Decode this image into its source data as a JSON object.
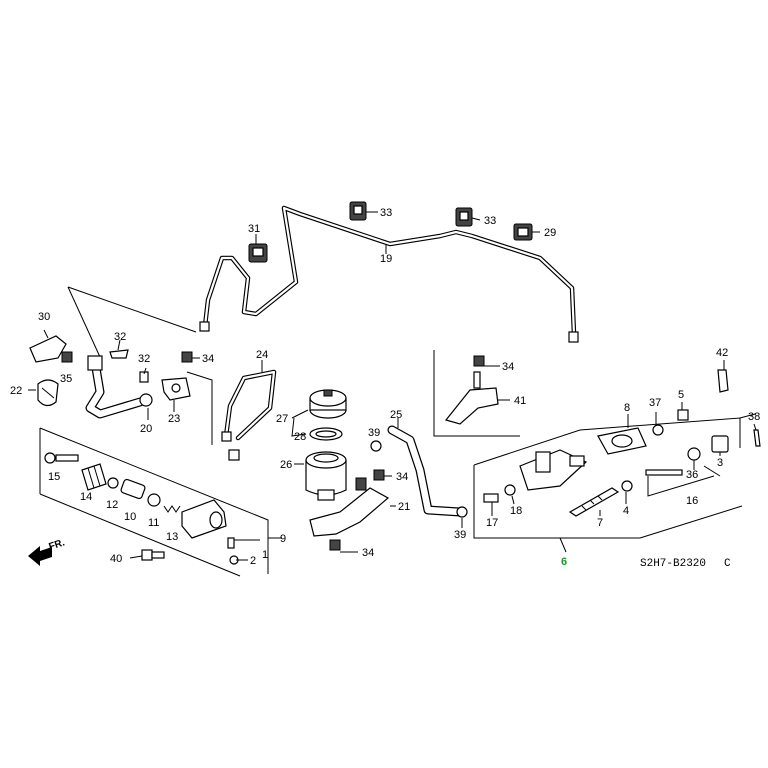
{
  "diagram": {
    "drawing_code": "S2H7-B2320",
    "drawing_suffix": "C",
    "front_marker": "FR.",
    "highlight_color": "#1a9a2a",
    "part_labels": {
      "p1": "1",
      "p2": "2",
      "p3": "3",
      "p4": "4",
      "p5": "5",
      "p6": "6",
      "p7": "7",
      "p8": "8",
      "p9": "9",
      "p10": "10",
      "p11": "11",
      "p12": "12",
      "p13": "13",
      "p14": "14",
      "p15": "15",
      "p16": "16",
      "p17": "17",
      "p18": "18",
      "p19": "19",
      "p20": "20",
      "p21": "21",
      "p22": "22",
      "p23": "23",
      "p24": "24",
      "p25": "25",
      "p26": "26",
      "p27": "27",
      "p28": "28",
      "p29": "29",
      "p30": "30",
      "p31": "31",
      "p32": "32",
      "p33": "33",
      "p34": "34",
      "p35": "35",
      "p36": "36",
      "p37": "37",
      "p38": "38",
      "p39": "39",
      "p40": "40",
      "p41": "41",
      "p42": "42"
    }
  }
}
